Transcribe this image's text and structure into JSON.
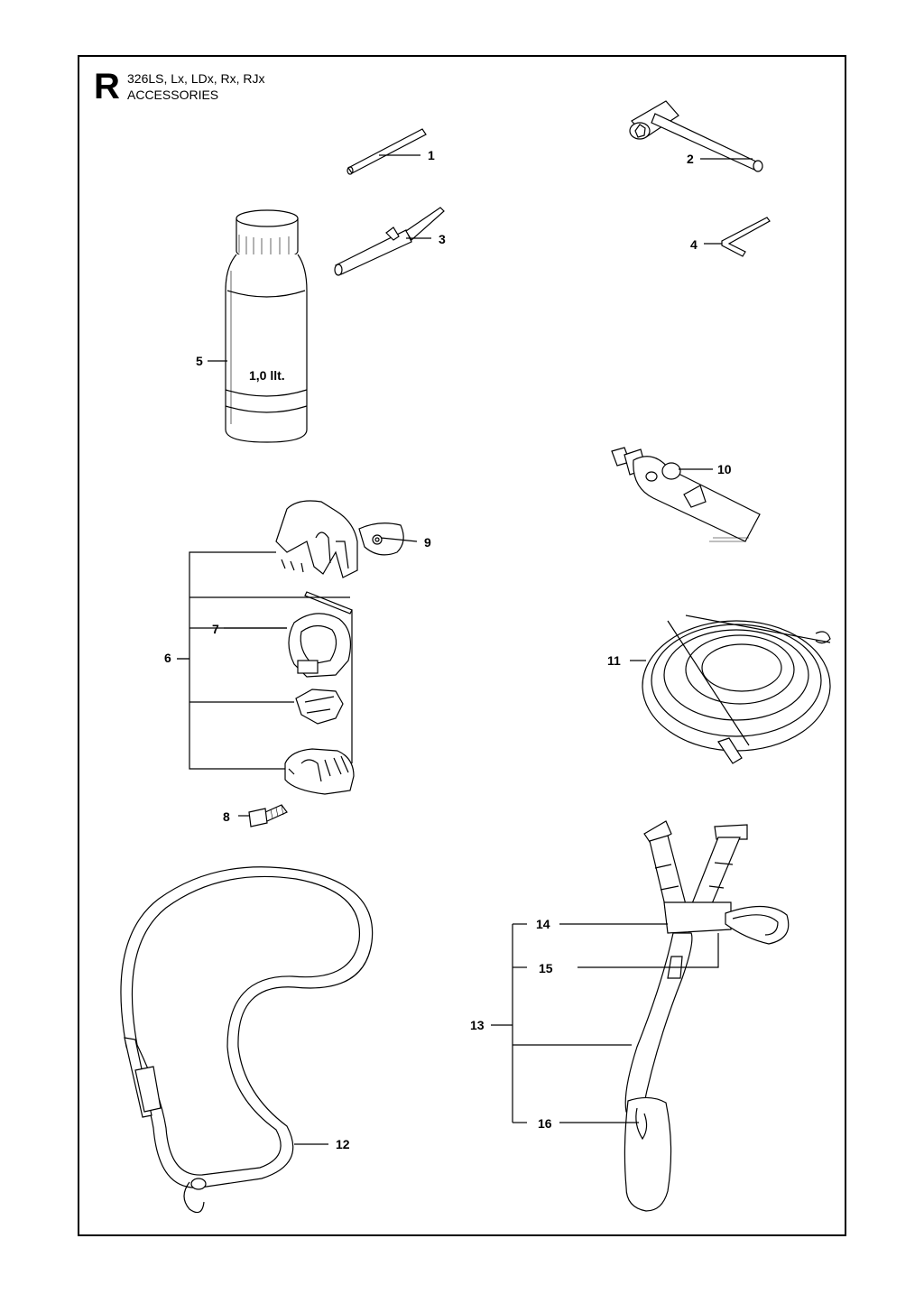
{
  "header": {
    "section_letter": "R",
    "models": "326LS, Lx, LDx, Rx, RJx",
    "title": "ACCESSORIES"
  },
  "bottle_label": "1,0 llt.",
  "parts": [
    {
      "id": "1",
      "label": "1"
    },
    {
      "id": "2",
      "label": "2"
    },
    {
      "id": "3",
      "label": "3"
    },
    {
      "id": "4",
      "label": "4"
    },
    {
      "id": "5",
      "label": "5"
    },
    {
      "id": "6",
      "label": "6"
    },
    {
      "id": "7",
      "label": "7"
    },
    {
      "id": "8",
      "label": "8"
    },
    {
      "id": "9",
      "label": "9"
    },
    {
      "id": "10",
      "label": "10"
    },
    {
      "id": "11",
      "label": "11"
    },
    {
      "id": "12",
      "label": "12"
    },
    {
      "id": "13",
      "label": "13"
    },
    {
      "id": "14",
      "label": "14"
    },
    {
      "id": "15",
      "label": "15"
    },
    {
      "id": "16",
      "label": "16"
    }
  ]
}
